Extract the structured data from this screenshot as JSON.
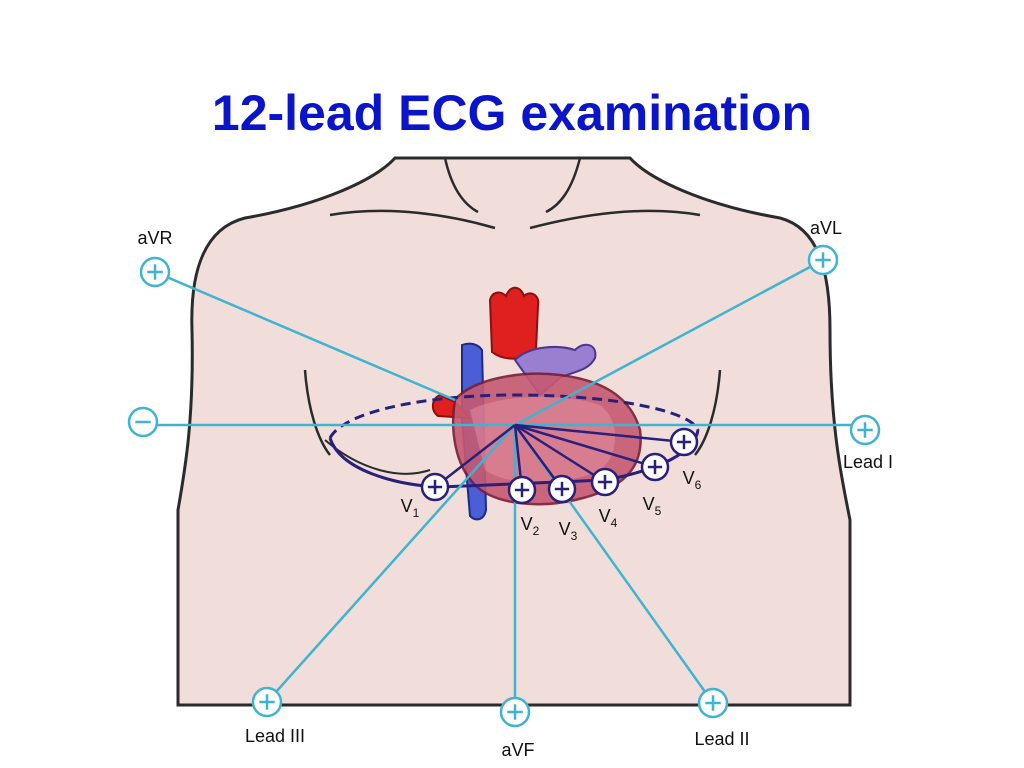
{
  "title": "12-lead ECG examination",
  "colors": {
    "title": "#0a14c8",
    "limb_lead": "#3fb3cf",
    "chest_lead": "#2a1f7a",
    "body": "#f1dedb",
    "heart_red": "#e0201e",
    "heart_purple": "#9a7fd0",
    "vein_blue": "#4a5fd6"
  },
  "limb_leads": [
    {
      "id": "aVR",
      "label": "aVR",
      "sign": "+"
    },
    {
      "id": "aVL",
      "label": "aVL",
      "sign": "+"
    },
    {
      "id": "leadI_neg",
      "label": "",
      "sign": "−"
    },
    {
      "id": "leadI",
      "label": "Lead I",
      "sign": "+"
    },
    {
      "id": "leadIII",
      "label": "Lead III",
      "sign": "+"
    },
    {
      "id": "aVF",
      "label": "aVF",
      "sign": "+"
    },
    {
      "id": "leadII",
      "label": "Lead II",
      "sign": "+"
    }
  ],
  "chest_leads": [
    {
      "id": "V1",
      "letter": "V",
      "sub": "1",
      "sign": "+"
    },
    {
      "id": "V2",
      "letter": "V",
      "sub": "2",
      "sign": "+"
    },
    {
      "id": "V3",
      "letter": "V",
      "sub": "3",
      "sign": "+"
    },
    {
      "id": "V4",
      "letter": "V",
      "sub": "4",
      "sign": "+"
    },
    {
      "id": "V5",
      "letter": "V",
      "sub": "5",
      "sign": "+"
    },
    {
      "id": "V6",
      "letter": "V",
      "sub": "6",
      "sign": "+"
    }
  ]
}
